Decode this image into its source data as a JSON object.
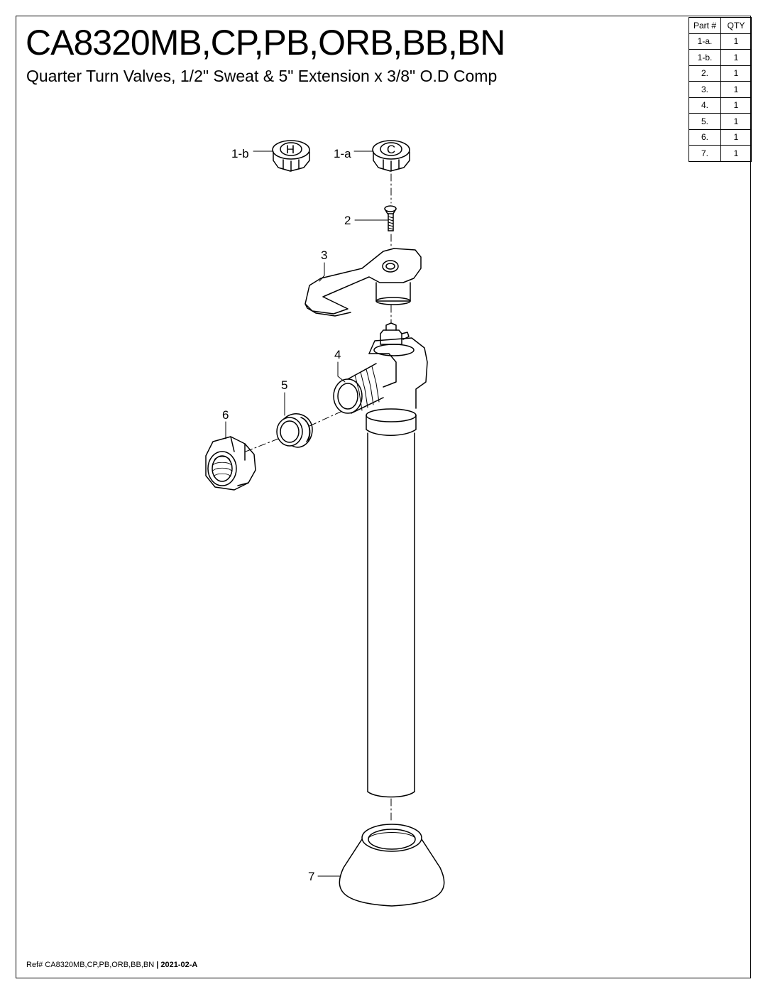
{
  "header": {
    "title": "CA8320MB,CP,PB,ORB,BB,BN",
    "subtitle": "Quarter Turn Valves, 1/2\" Sweat & 5\" Extension x 3/8\" O.D Comp"
  },
  "parts_table": {
    "columns": [
      "Part #",
      "QTY"
    ],
    "rows": [
      [
        "1-a.",
        "1"
      ],
      [
        "1-b.",
        "1"
      ],
      [
        "2.",
        "1"
      ],
      [
        "3.",
        "1"
      ],
      [
        "4.",
        "1"
      ],
      [
        "5.",
        "1"
      ],
      [
        "6.",
        "1"
      ],
      [
        "7.",
        "1"
      ]
    ]
  },
  "callouts": {
    "c1b": "1-b",
    "c1a": "1-a",
    "c2": "2",
    "c3": "3",
    "c4": "4",
    "c5": "5",
    "c6": "6",
    "c7": "7"
  },
  "cap_letters": {
    "hot": "H",
    "cold": "C"
  },
  "footer": {
    "ref_prefix": "Ref# ",
    "ref_models": "CA8320MB,CP,PB,ORB,BB,BN",
    "ref_suffix": " | 2021-02-A"
  }
}
